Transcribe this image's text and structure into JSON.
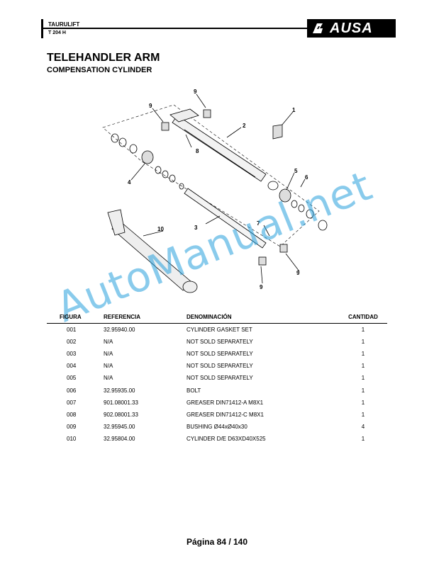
{
  "header": {
    "model": "TAURULIFT",
    "code": "T 204 H",
    "brand": "AUSA"
  },
  "title": "TELEHANDLER ARM",
  "subtitle": "COMPENSATION CYLINDER",
  "callouts": [
    "1",
    "2",
    "3",
    "4",
    "5",
    "6",
    "7",
    "8",
    "9",
    "9",
    "9",
    "9",
    "10"
  ],
  "table": {
    "headers": [
      "FIGURA",
      "REFERENCIA",
      "DENOMINACIÓN",
      "CANTIDAD"
    ],
    "rows": [
      [
        "001",
        "32.95940.00",
        "CYLINDER GASKET SET",
        "1"
      ],
      [
        "002",
        "N/A",
        "NOT SOLD SEPARATELY",
        "1"
      ],
      [
        "003",
        "N/A",
        "NOT SOLD SEPARATELY",
        "1"
      ],
      [
        "004",
        "N/A",
        "NOT SOLD SEPARATELY",
        "1"
      ],
      [
        "005",
        "N/A",
        "NOT SOLD SEPARATELY",
        "1"
      ],
      [
        "006",
        "32.95935.00",
        "BOLT",
        "1"
      ],
      [
        "007",
        "901.08001.33",
        "GREASER DIN71412-A M8X1",
        "1"
      ],
      [
        "008",
        "902.08001.33",
        "GREASER DIN71412-C M8X1",
        "1"
      ],
      [
        "009",
        "32.95945.00",
        "BUSHING Ø44xØ40x30",
        "4"
      ],
      [
        "010",
        "32.95804.00",
        "CYLINDER D/E D63XD40X525",
        "1"
      ]
    ]
  },
  "watermark": "AutoManual.net",
  "footer": "Página 84 / 140"
}
